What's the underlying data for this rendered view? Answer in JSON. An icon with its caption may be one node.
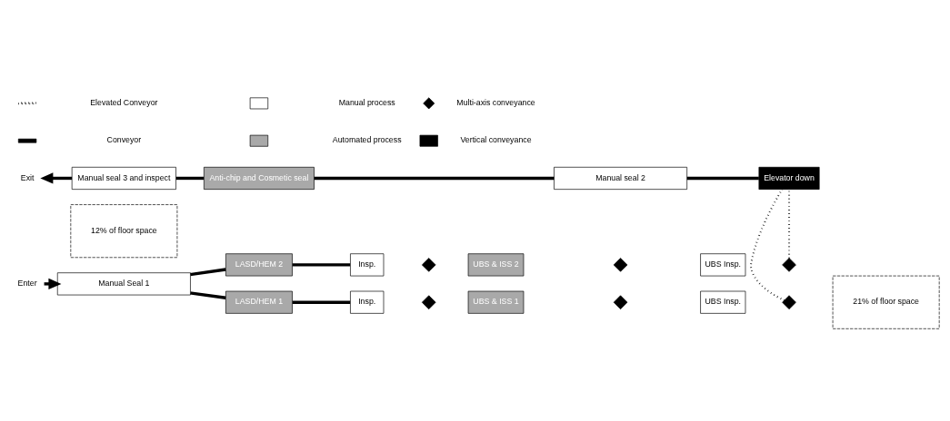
{
  "diagram": {
    "nodes": [
      {
        "text": [
          "Exit"
        ]
      },
      {
        "text": [
          "Manual seal 3 and inspect"
        ]
      },
      {
        "text": [
          "Anti-chip and Cosmetic seal"
        ]
      },
      {
        "text": [
          "Manual seal 2"
        ]
      },
      {
        "text": [
          "Elevator down"
        ]
      },
      {
        "text": [
          "Enter"
        ]
      },
      {
        "text": [
          "Manual Seal 1"
        ]
      },
      {
        "text": [
          "LASD/HEM 1"
        ]
      },
      {
        "text": [
          "Insp."
        ]
      },
      {
        "text": [],
        "shape": "diamond"
      },
      {
        "text": [
          "UBS & ISS 1"
        ]
      },
      {
        "text": [],
        "shape": "diamond"
      },
      {
        "text": [
          "UBS Insp."
        ]
      },
      {
        "text": [],
        "shape": "diamond"
      },
      {
        "text": [
          "LASD/HEM 2"
        ]
      },
      {
        "text": [
          "Insp."
        ]
      },
      {
        "text": [],
        "shape": "diamond"
      },
      {
        "text": [
          "UBS & ISS 2"
        ]
      },
      {
        "text": [],
        "shape": "diamond"
      },
      {
        "text": [
          "UBS Insp."
        ]
      },
      {
        "text": [],
        "shape": "diamond"
      },
      {
        "text": [
          "12% of floor space"
        ]
      },
      {
        "text": [
          "21% of floor space"
        ]
      }
    ],
    "edges": [
      {
        "from": 1,
        "to": 0,
        "arrow": "to"
      },
      {
        "from": 1,
        "to": 2,
        "arrow": "none"
      },
      {
        "from": 2,
        "to": 3,
        "arrow": "none"
      },
      {
        "from": 3,
        "to": 4,
        "arrow": "none"
      },
      {
        "from": 5,
        "to": 6,
        "arrow": "to"
      },
      {
        "from": 6,
        "to": 7,
        "arrow": "none"
      },
      {
        "from": 6,
        "to": 14,
        "arrow": "none"
      },
      {
        "from": 7,
        "to": 8,
        "arrow": "none"
      },
      {
        "from": 14,
        "to": 15,
        "arrow": "none"
      },
      {
        "from": 13,
        "to": 4,
        "arrow": "none",
        "style": "dashed"
      },
      {
        "from": 20,
        "to": 4,
        "arrow": "none",
        "style": "dashed"
      }
    ],
    "legend": [
      {
        "text": "Conveyor"
      },
      {
        "text": "Elevated Conveyor"
      },
      {
        "text": "Automated process",
        "color": "#a9a9a9"
      },
      {
        "text": "Manual process",
        "color": "#ffffff"
      },
      {
        "text": "Vertical conveyance",
        "color": "#000000"
      },
      {
        "text": "Multi-axis conveyance"
      }
    ]
  }
}
